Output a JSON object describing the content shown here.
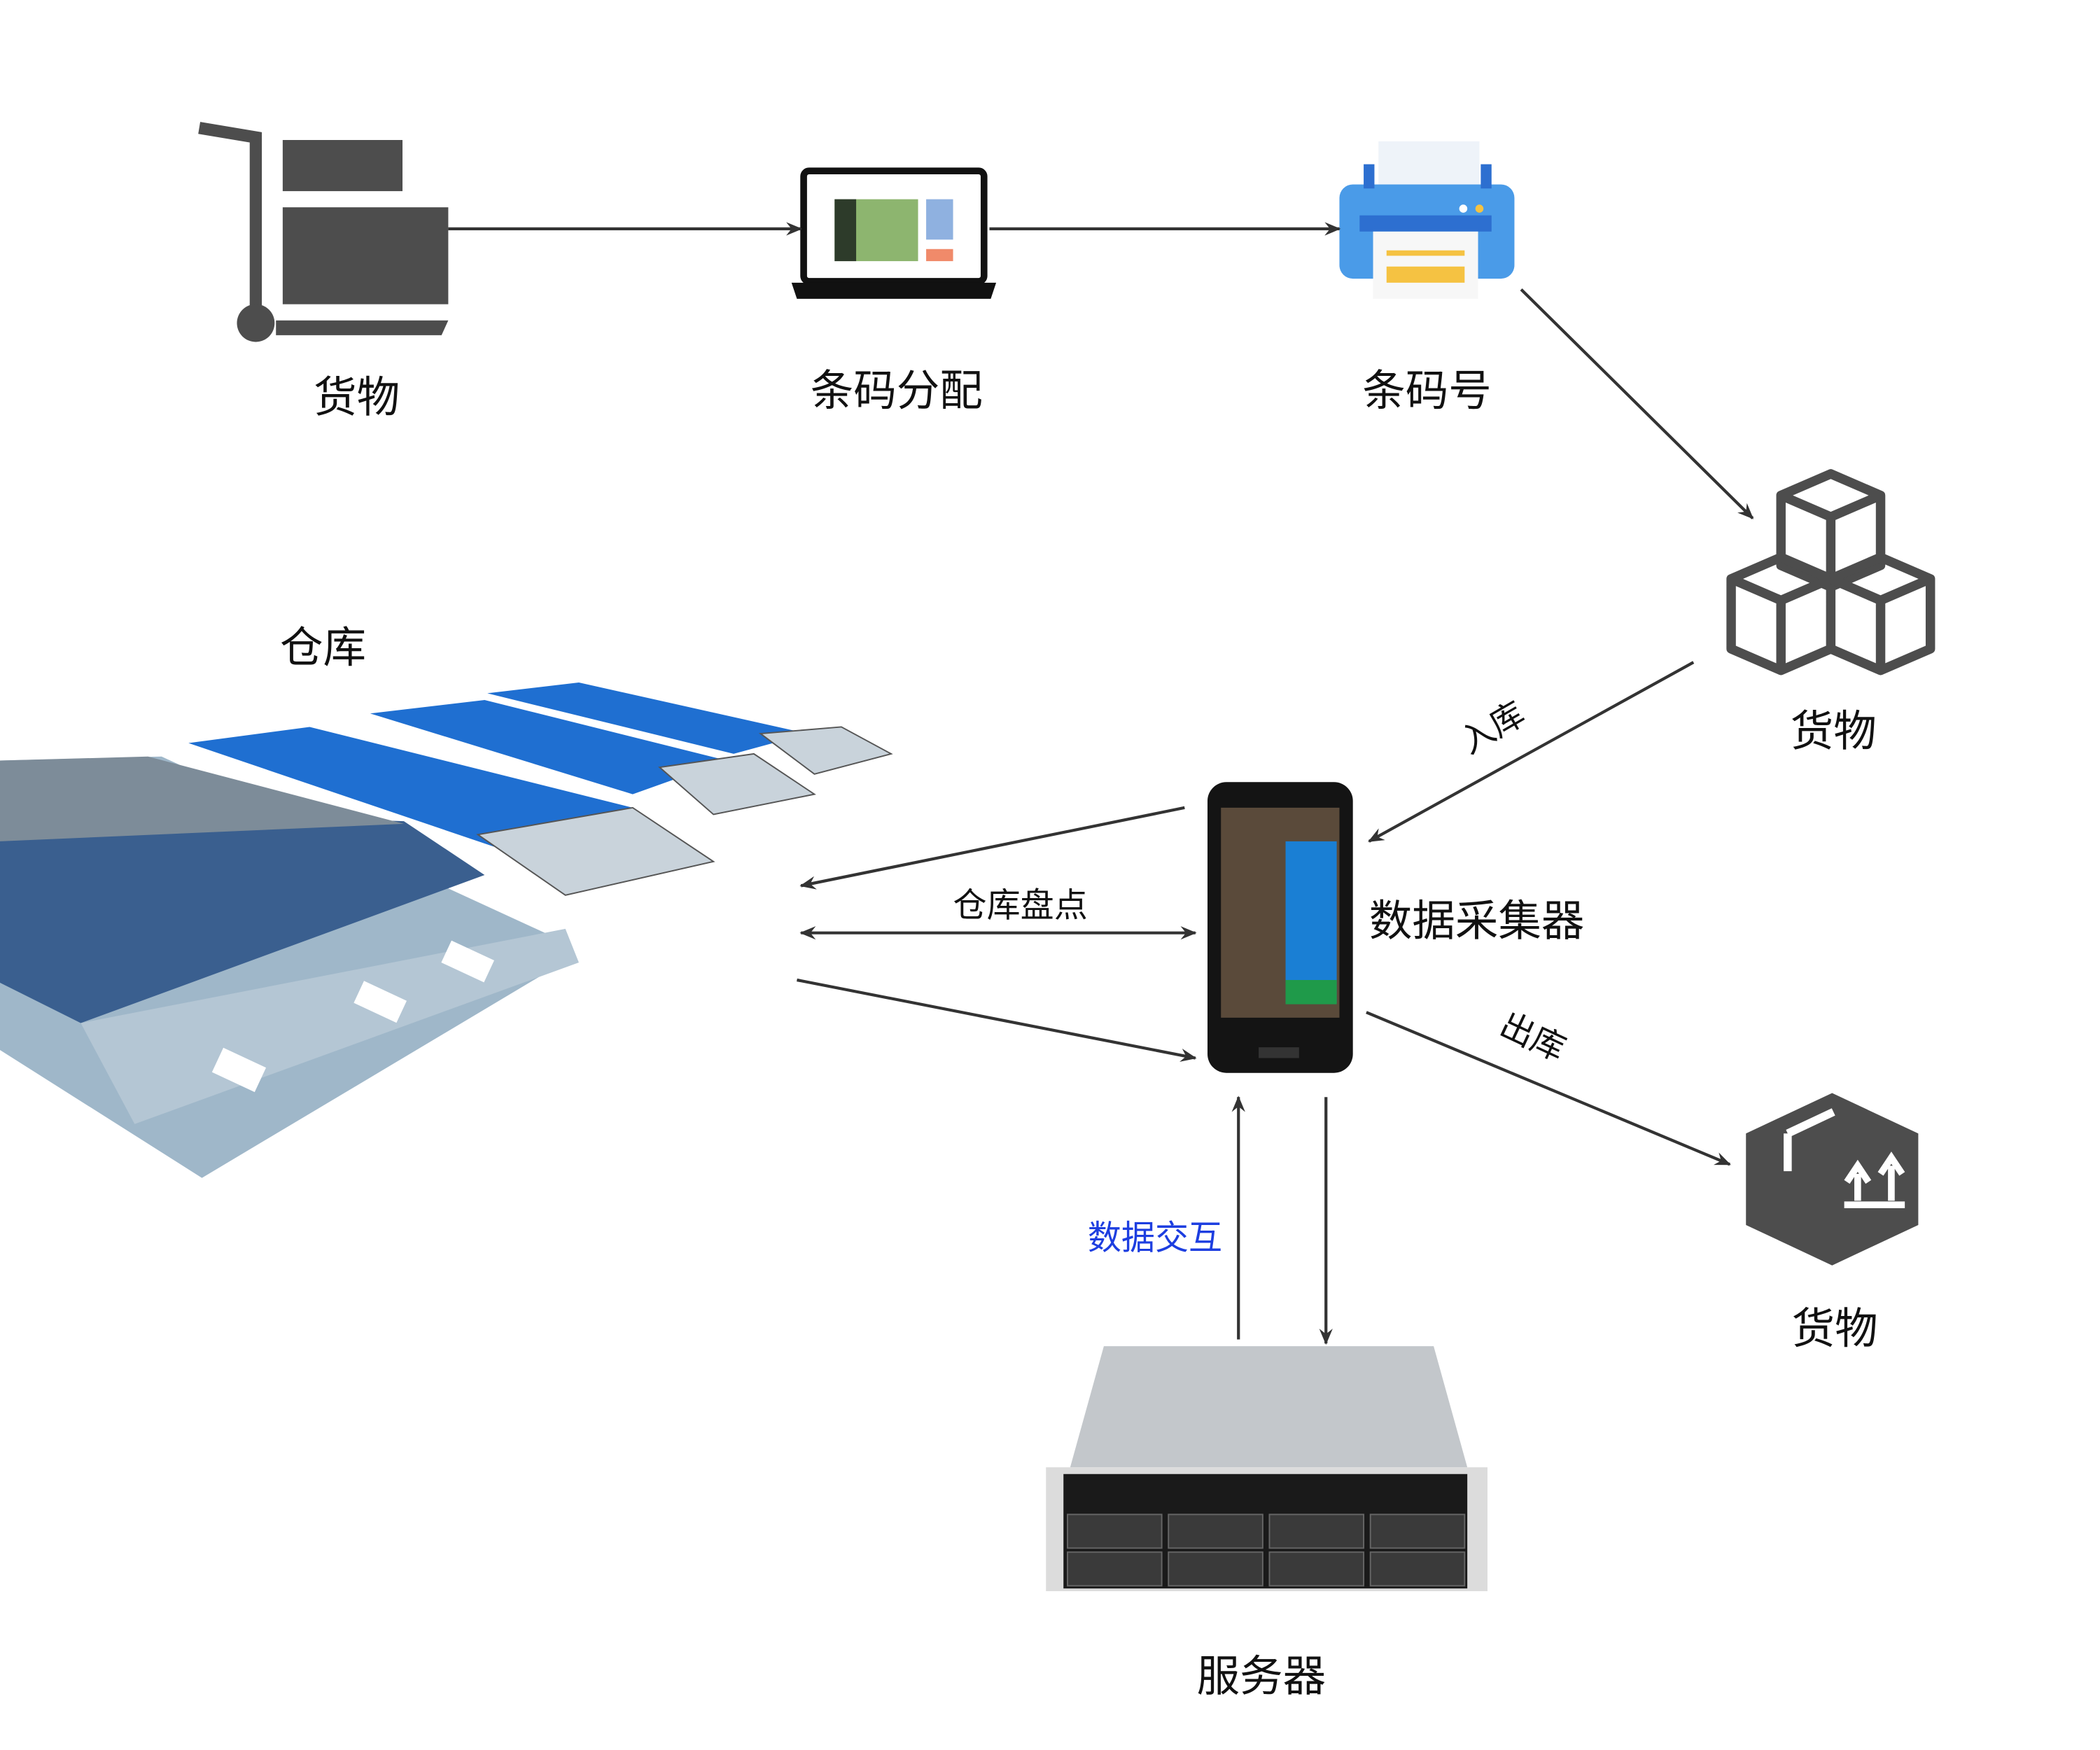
{
  "nodes": {
    "goods_cart": {
      "label": "货物",
      "icon": "hand-truck-icon"
    },
    "barcode_assign": {
      "label": "条码分配",
      "icon": "laptop-icon"
    },
    "barcode_no": {
      "label": "条码号",
      "icon": "printer-icon"
    },
    "goods_boxes": {
      "label": "货物",
      "icon": "stacked-cubes-icon"
    },
    "warehouse": {
      "label": "仓库",
      "icon": "warehouse-image"
    },
    "collector": {
      "label": "数据采集器",
      "icon": "handheld-terminal-image"
    },
    "goods_out": {
      "label": "货物",
      "icon": "package-up-arrows-icon"
    },
    "server": {
      "label": "服务器",
      "icon": "rack-server-image"
    }
  },
  "edges": {
    "inbound": "入库",
    "outbound": "出库",
    "inventory": "仓库盘点",
    "data_exchange": "数据交互"
  },
  "colors": {
    "icon": "#4d4d4d",
    "arrow": "#333333",
    "data_exchange_label": "#1d3ee0",
    "warehouse_roof": "#1f6fd1",
    "printer": "#4a9be8"
  }
}
